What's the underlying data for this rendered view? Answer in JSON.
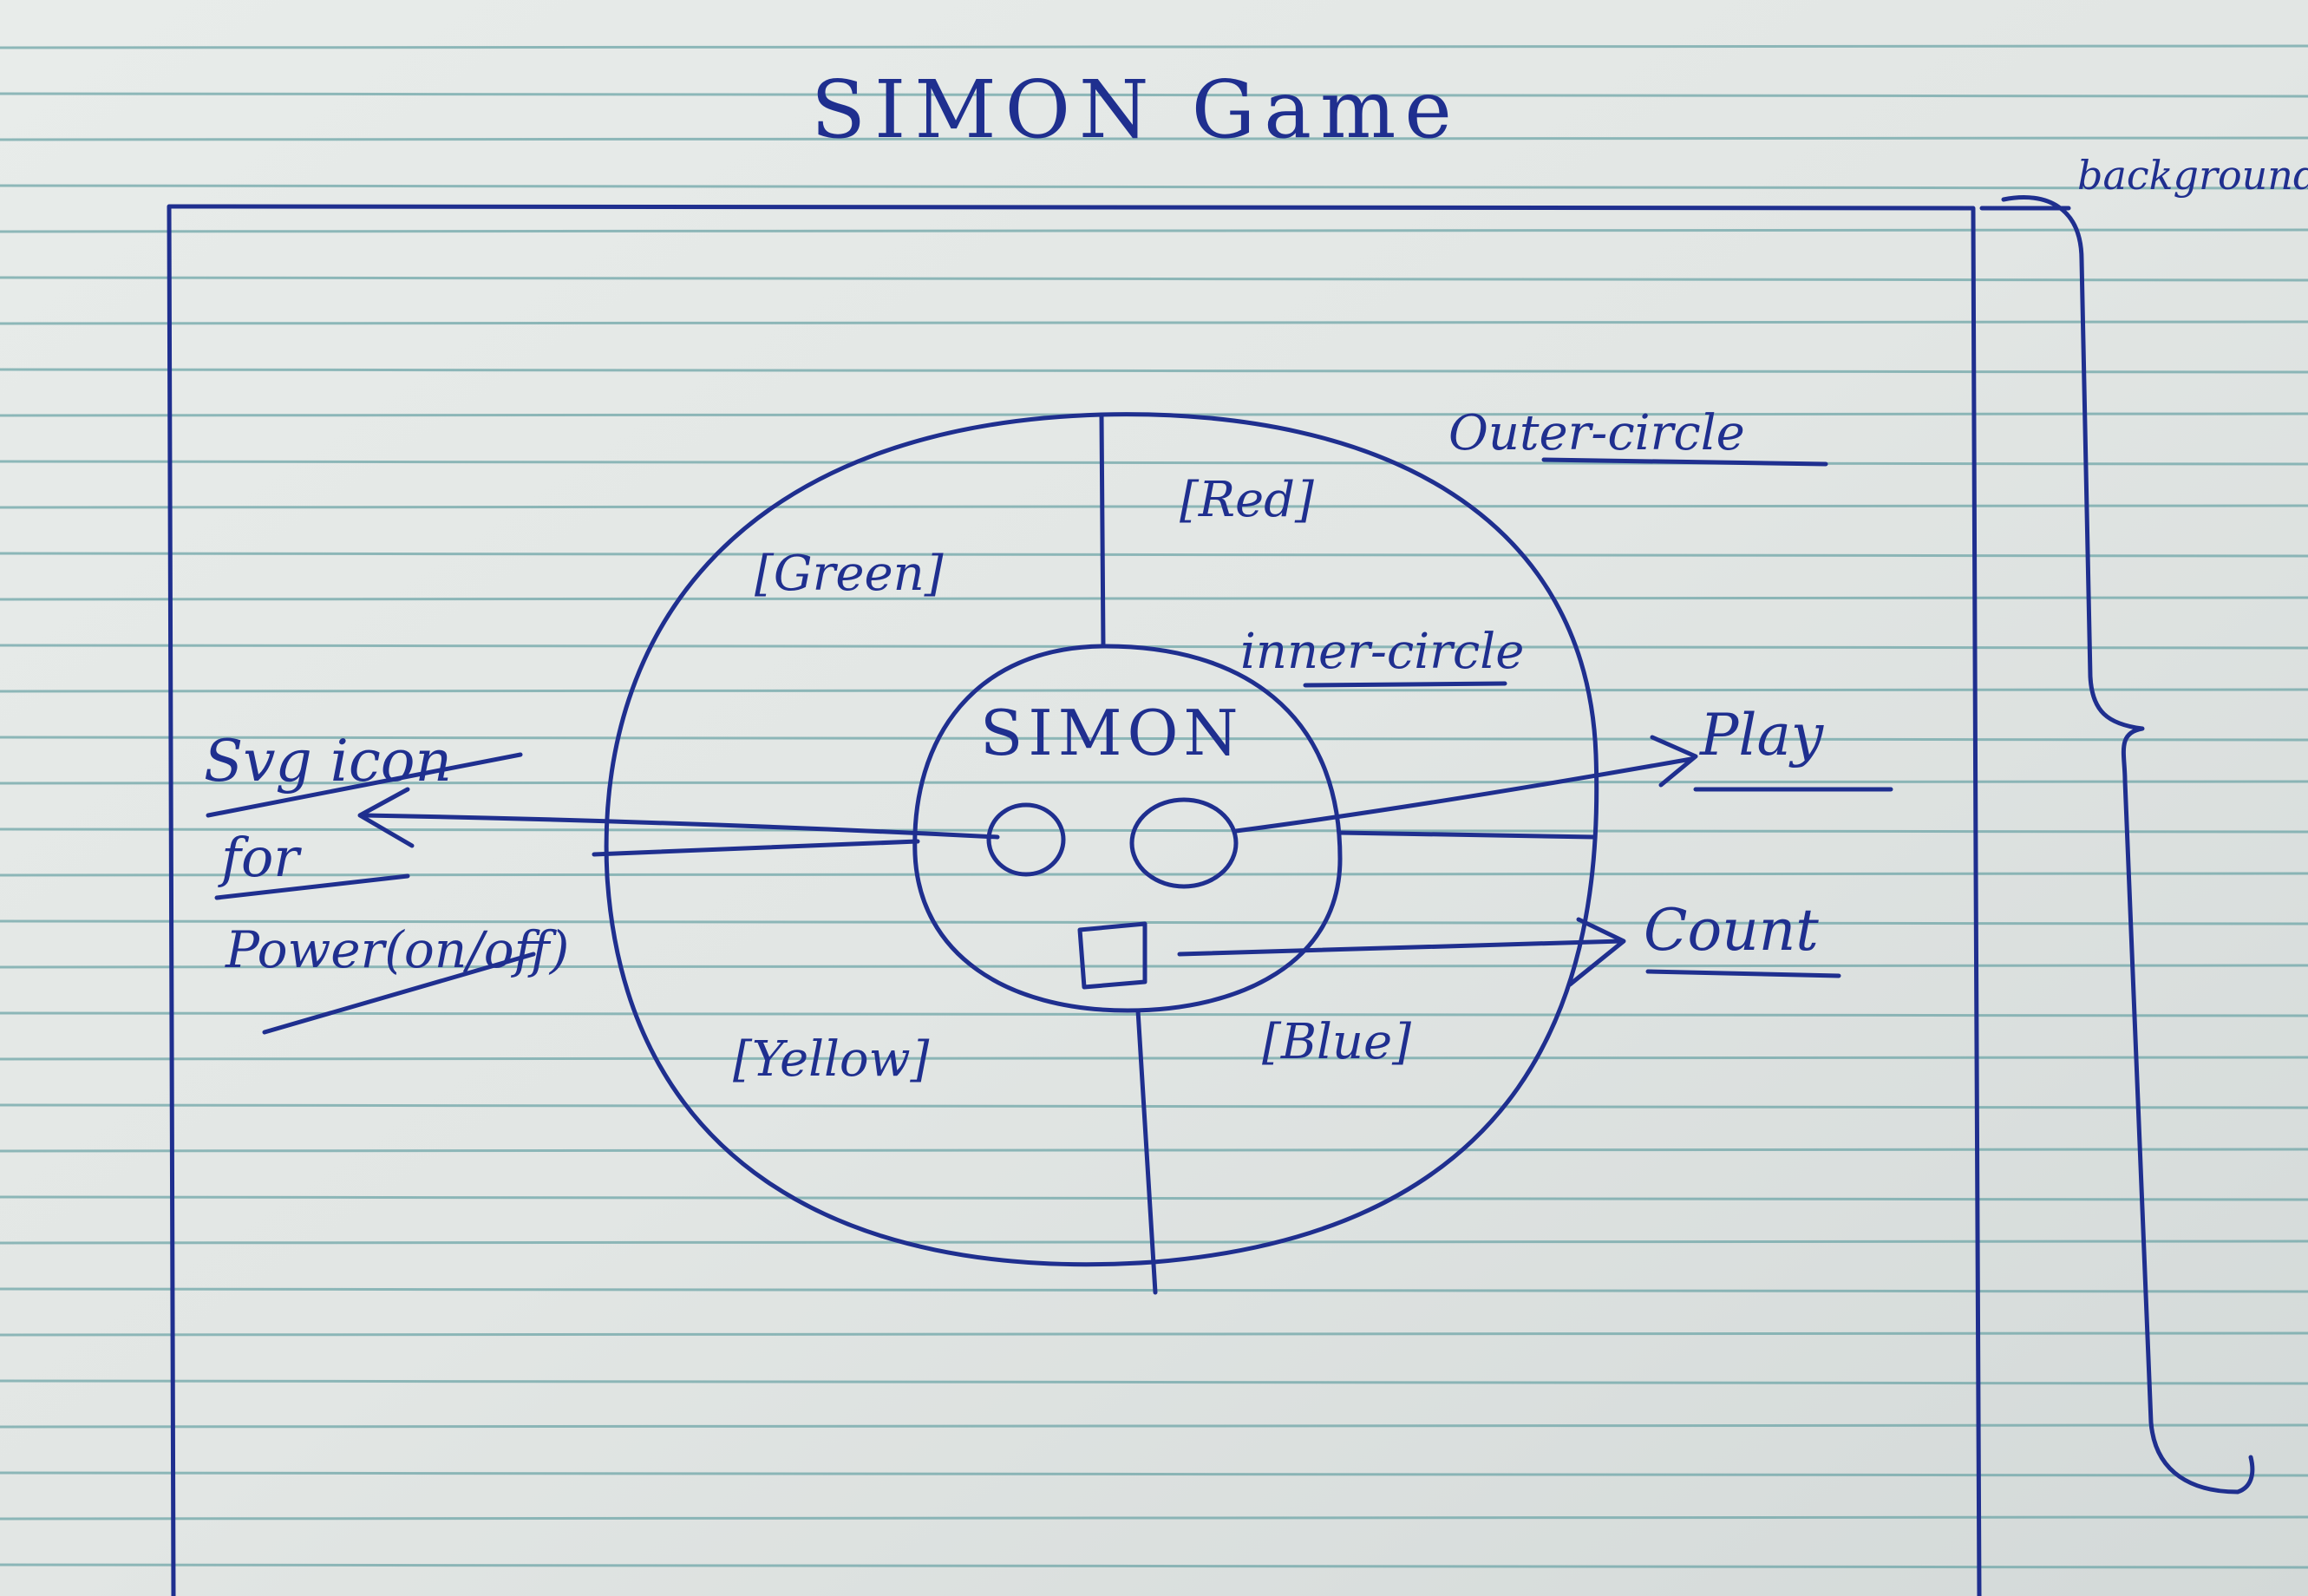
{
  "title": "SIMON Game",
  "background_label": "background",
  "outer_circle_label": "Outer-circle",
  "inner_circle_label": "inner-circle",
  "center_label": "SIMON",
  "quadrants": {
    "top_left": "[Green]",
    "top_right": "[Red]",
    "bottom_left": "[Yellow]",
    "bottom_right": "[Blue]"
  },
  "annotations": {
    "power_line1": "Svg icon",
    "power_line2": "for",
    "power_line3": "Power(on/off)",
    "play": "Play",
    "count": "Count"
  },
  "colors": {
    "ink": "#1f2f8f",
    "paper": "#e3e7e6",
    "rule_line": "#6fa6a8"
  }
}
